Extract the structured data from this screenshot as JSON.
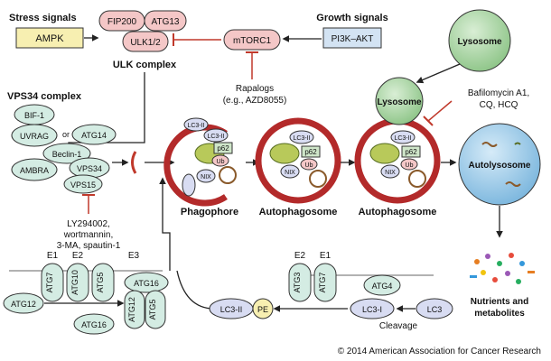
{
  "top": {
    "stress_label": "Stress signals",
    "ampk": "AMPK",
    "fip200": "FIP200",
    "atg13": "ATG13",
    "ulk12": "ULK1/2",
    "ulk_complex": "ULK complex",
    "mtorc1": "mTORC1",
    "growth_label": "Growth signals",
    "pi3k": "PI3K–AKT",
    "rapalogs": "Rapalogs",
    "rapalogs_eg": "(e.g., AZD8055)"
  },
  "vps34": {
    "title": "VPS34 complex",
    "bif1": "BIF-1",
    "uvrag": "UVRAG",
    "or": "or",
    "atg14": "ATG14",
    "beclin1": "Beclin-1",
    "ambra": "AMBRA",
    "vps34": "VPS34",
    "vps15": "VPS15",
    "inhibitors": [
      "LY294002,",
      "wortmannin,",
      "3-MA, spautin-1"
    ]
  },
  "stages": {
    "phagophore": "Phagophore",
    "autophagosome1": "Autophagosome",
    "autophagosome2": "Autophagosome",
    "lysosome_top": "Lysosome",
    "lysosome_mid": "Lysosome",
    "autolysosome": "Autolysosome",
    "nutrients": [
      "Nutrients and",
      "metabolites"
    ],
    "bafilo": [
      "Bafilomycin A1,",
      "CQ, HCQ"
    ]
  },
  "cargo": {
    "lc3ii": "LC3-II",
    "p62": "p62",
    "ub": "Ub",
    "nix": "NIX"
  },
  "conjugation": {
    "e1": "E1",
    "e2": "E2",
    "e3": "E3",
    "atg7": "ATG7",
    "atg10": "ATG10",
    "atg5": "ATG5",
    "atg12": "ATG12",
    "atg16": "ATG16",
    "lc3ii": "LC3-II",
    "pe": "PE",
    "atg3": "ATG3",
    "atg4": "ATG4",
    "lc3i": "LC3-I",
    "lc3": "LC3",
    "cleavage": "Cleavage"
  },
  "copyright": "© 2014 American Association for Cancer Research",
  "colors": {
    "ulk_fill": "#f4c7c7",
    "vps_fill": "#d4ece3",
    "lc3_fill": "#d8dcf2",
    "inhibit_red": "#c0392b",
    "lysosome": "#a9d4a3",
    "autolysosome": "#8fc3e6",
    "yellow_box": "#f7efb1",
    "blue_box": "#d3e3f3"
  }
}
